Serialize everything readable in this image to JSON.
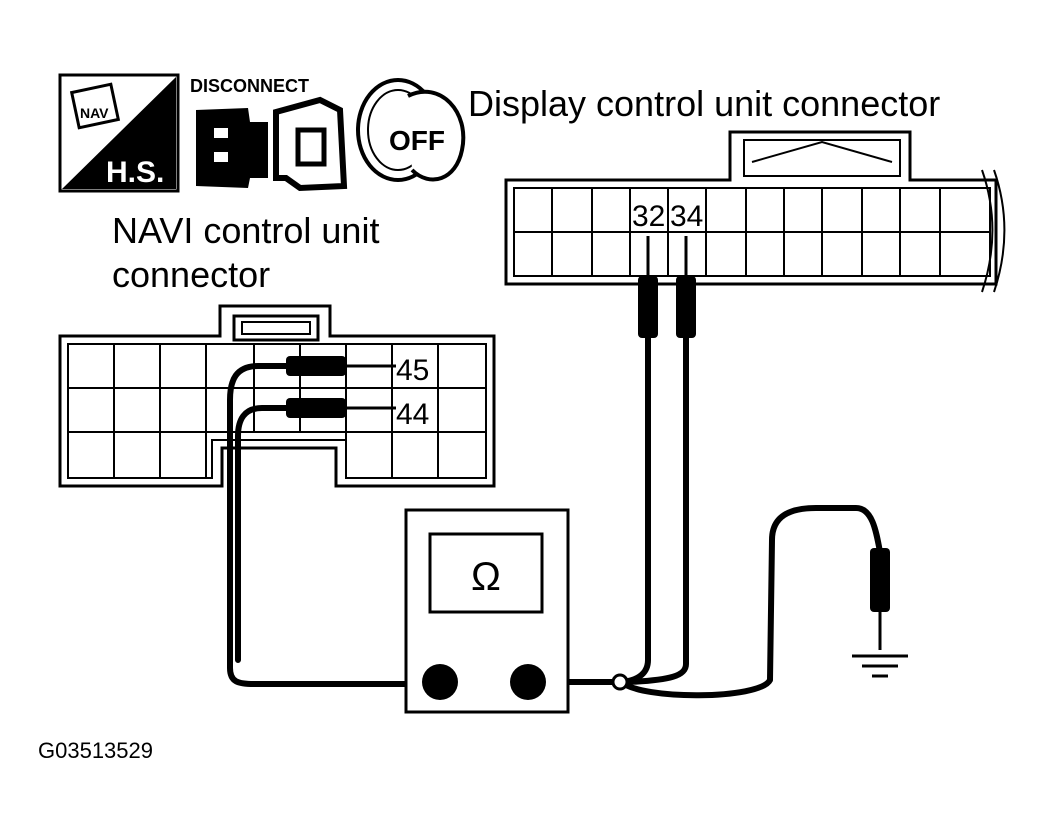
{
  "icons": {
    "hs_icon": {
      "name": "navi-hs-icon",
      "text": "H.S."
    },
    "disconnect_icon": {
      "name": "connector-disconnect-icon",
      "label": "DISCONNECT"
    },
    "ignition_icon": {
      "name": "ignition-key-icon",
      "text": "OFF"
    }
  },
  "display_connector": {
    "title": "Display control unit connector",
    "pins": [
      "32",
      "34"
    ]
  },
  "navi_connector": {
    "title_line1": "NAVI control unit",
    "title_line2": "connector",
    "pins": [
      "45",
      "44"
    ]
  },
  "meter": {
    "symbol": "Ω",
    "icon": "ohmmeter-icon"
  },
  "ground": {
    "icon": "ground-icon"
  },
  "figure_id": "G03513529"
}
